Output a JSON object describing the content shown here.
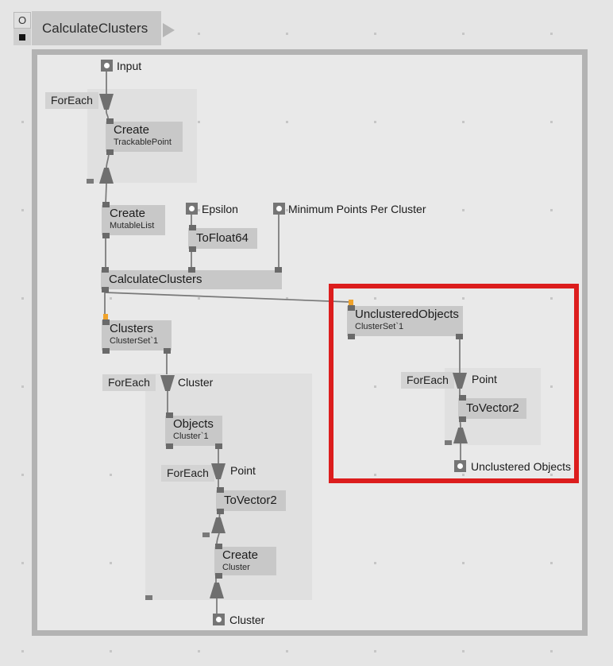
{
  "breadcrumb": {
    "title": "CalculateClusters"
  },
  "gutter": {
    "top_label": "O"
  },
  "colors": {
    "highlight_red": "#dc1d1d",
    "connector_orange": "#f0a32b",
    "node_fill": "#c8c8c8",
    "panel_fill": "#e0e0e0",
    "frame_border": "#b3b3b3"
  },
  "labels": {
    "foreach": "ForEach",
    "input": "Input",
    "epsilon": "Epsilon",
    "min_points": "Minimum Points Per Cluster",
    "cluster_arg": "Cluster",
    "point_arg_inner": "Point",
    "point_arg_unclustered": "Point",
    "cluster_output": "Cluster",
    "unclustered_output": "Unclustered Objects"
  },
  "nodes": {
    "create_trackable": {
      "title": "Create",
      "subtitle": "TrackablePoint"
    },
    "create_mutable": {
      "title": "Create",
      "subtitle": "MutableList"
    },
    "to_float64": {
      "title": "ToFloat64"
    },
    "calculate_clusters": {
      "title": "CalculateClusters"
    },
    "clusters": {
      "title": "Clusters",
      "subtitle": "ClusterSet`1"
    },
    "unclustered_objects": {
      "title": "UnclusteredObjects",
      "subtitle": "ClusterSet`1"
    },
    "objects": {
      "title": "Objects",
      "subtitle": "Cluster`1"
    },
    "to_vector2_a": {
      "title": "ToVector2"
    },
    "create_cluster": {
      "title": "Create",
      "subtitle": "Cluster"
    },
    "to_vector2_b": {
      "title": "ToVector2"
    }
  }
}
